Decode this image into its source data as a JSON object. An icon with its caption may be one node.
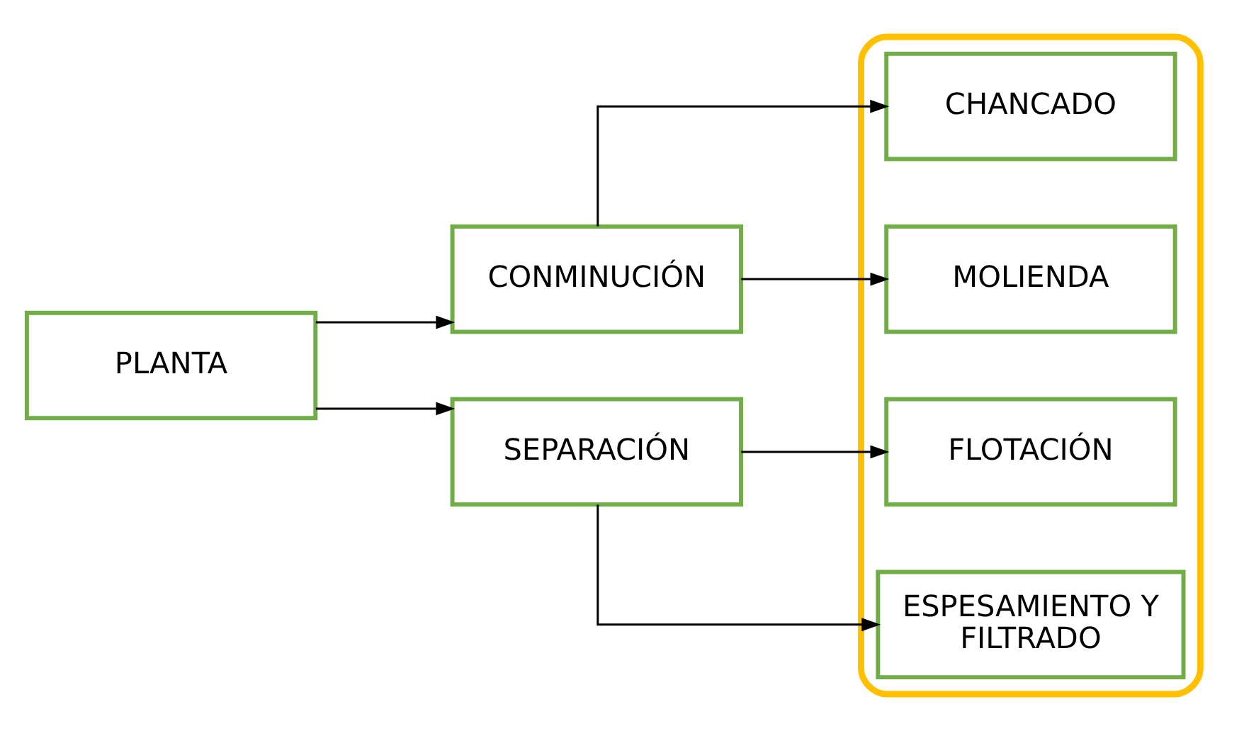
{
  "diagram": {
    "nodes": [
      {
        "text": [
          "PLANTA"
        ]
      },
      {
        "text": [
          "CONMINUCIÓN"
        ]
      },
      {
        "text": [
          "SEPARACIÓN"
        ]
      },
      {
        "text": [],
        "shape": "box"
      },
      {
        "text": [
          "CHANCADO"
        ],
        "in": 3
      },
      {
        "text": [
          "MOLIENDA"
        ],
        "in": 3
      },
      {
        "text": [
          "FLOTACIÓN"
        ],
        "in": 3
      },
      {
        "text": [
          "ESPESAMIENTO Y FILTRADO"
        ],
        "in": 3
      }
    ],
    "edges": [
      {
        "from": 0,
        "to": 1,
        "arrow": "to"
      },
      {
        "from": 0,
        "to": 2,
        "arrow": "to"
      },
      {
        "from": 1,
        "to": 4,
        "arrow": "to"
      },
      {
        "from": 1,
        "to": 5,
        "arrow": "to"
      },
      {
        "from": 2,
        "to": 6,
        "arrow": "to"
      },
      {
        "from": 2,
        "to": 7,
        "arrow": "to"
      }
    ]
  }
}
